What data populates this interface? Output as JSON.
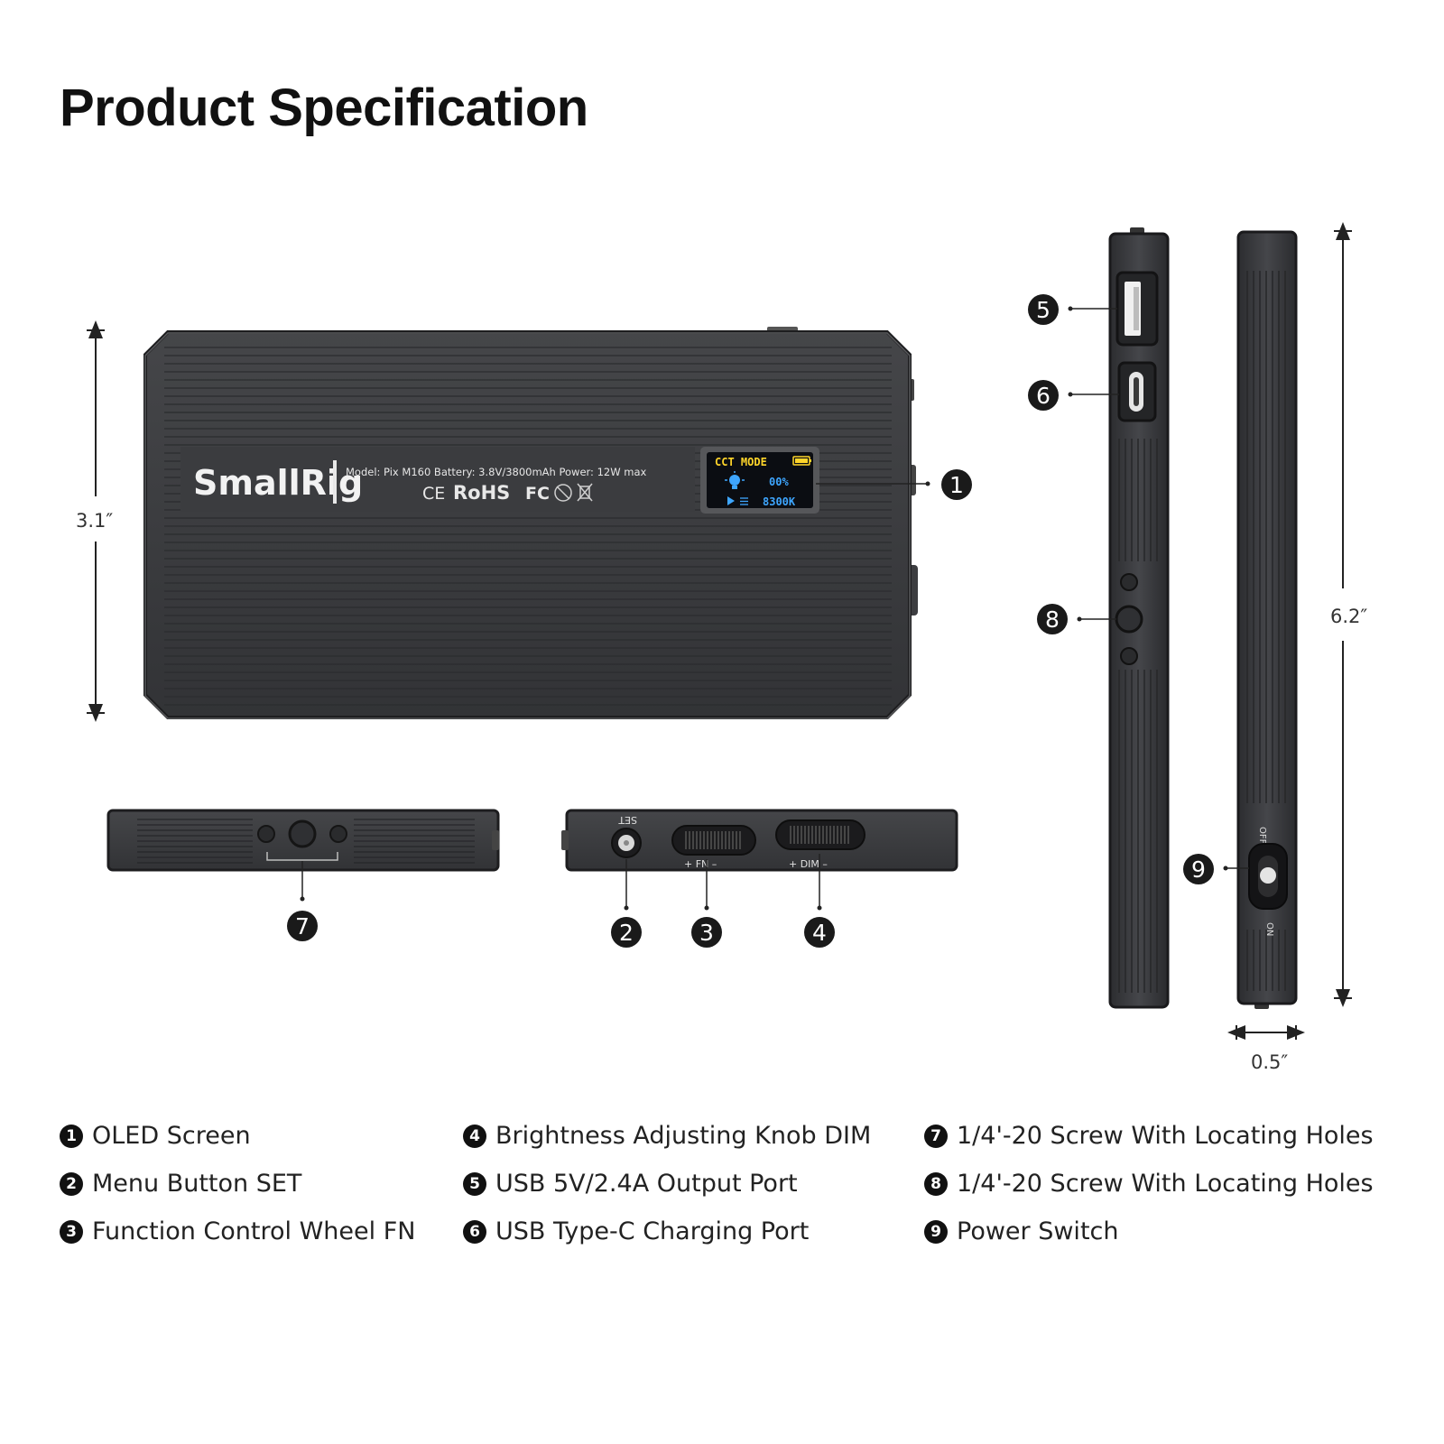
{
  "title": "Product Specification",
  "dimensions": {
    "height": "3.1″",
    "length": "6.2″",
    "thickness": "0.5″"
  },
  "device": {
    "brand": "SmallRig",
    "specs": "Model: Pix M160   Battery: 3.8V/3800mAh   Power: 12W max",
    "cert_ce": "CE",
    "cert_rohs": "RoHS",
    "cert_fc": "FC",
    "oled": {
      "mode": "CCT MODE",
      "brightness": "00%",
      "temperature": "8300K"
    },
    "set_label": "SET",
    "fn_label": "+  FN  –",
    "dim_label": "+  DIM  –",
    "switch_off": "OFF",
    "switch_on": "ON",
    "colors": {
      "body": "#3a3b3e",
      "oled_yellow": "#ffd52a",
      "oled_blue": "#3ea6ff"
    }
  },
  "callouts": [
    "1",
    "2",
    "3",
    "4",
    "5",
    "6",
    "7",
    "8",
    "9"
  ],
  "legend": [
    {
      "num": "1",
      "text": "OLED Screen"
    },
    {
      "num": "2",
      "text": "Menu Button SET"
    },
    {
      "num": "3",
      "text": "Function Control Wheel FN"
    },
    {
      "num": "4",
      "text": "Brightness Adjusting Knob DIM"
    },
    {
      "num": "5",
      "text": "USB 5V/2.4A Output Port"
    },
    {
      "num": "6",
      "text": "USB Type-C Charging Port"
    },
    {
      "num": "7",
      "text": "1/4'-20 Screw With Locating Holes"
    },
    {
      "num": "8",
      "text": "1/4'-20 Screw With Locating Holes"
    },
    {
      "num": "9",
      "text": "Power Switch"
    }
  ]
}
